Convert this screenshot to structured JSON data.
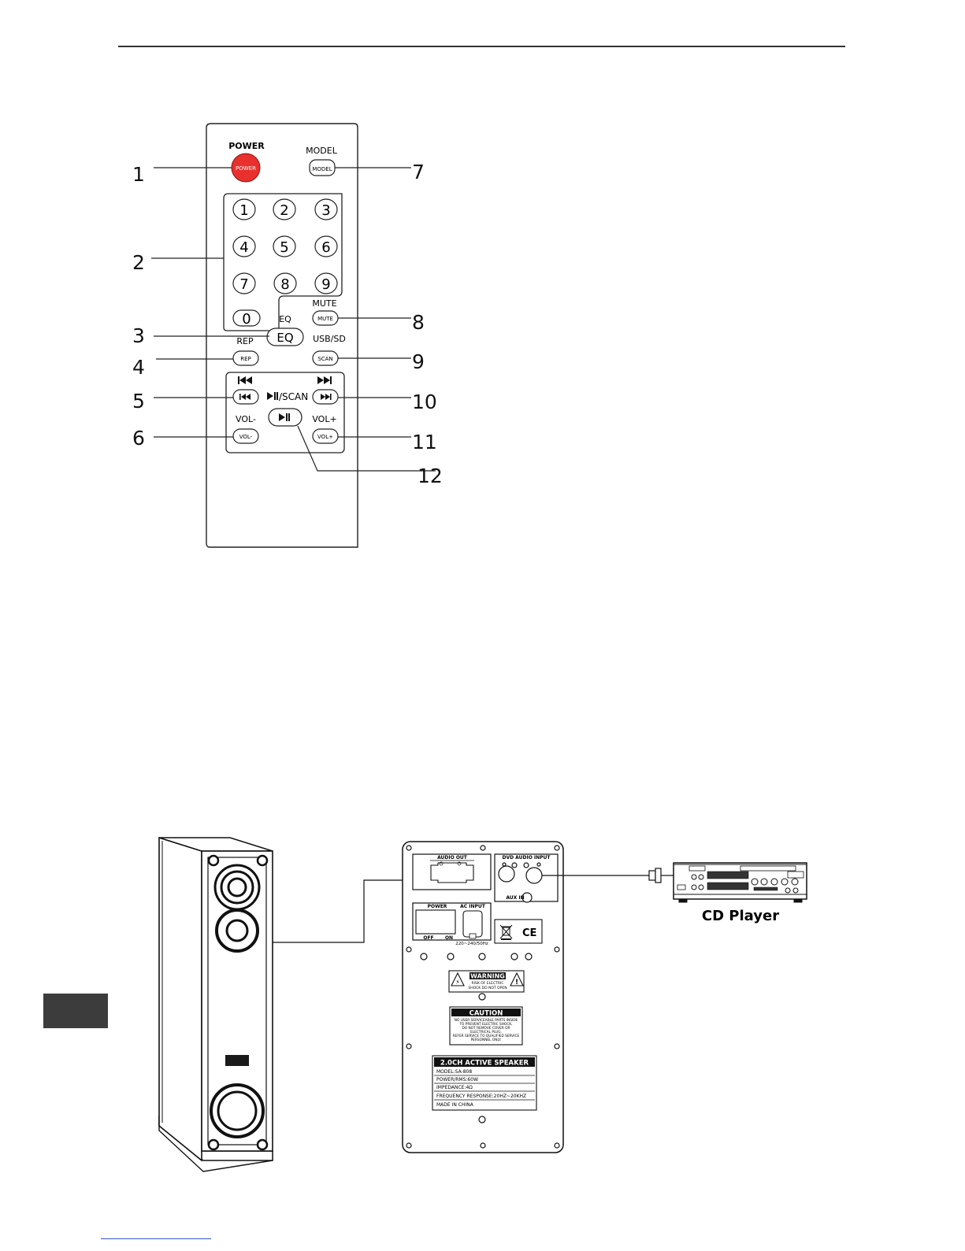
{
  "remote": {
    "power_title": "POWER",
    "power_button": "POWER",
    "model_title": "MODEL",
    "model_button": "MODEL",
    "digits": [
      "1",
      "2",
      "3",
      "4",
      "5",
      "6",
      "7",
      "8",
      "9",
      "0"
    ],
    "mute_title": "MUTE",
    "mute_button": "MUTE",
    "eq_title": "EQ",
    "eq_button": "EQ",
    "rep_title": "REP",
    "rep_button": "REP",
    "usbsd_title": "USB/SD",
    "scan_button": "SCAN",
    "play_scan_title": "/SCAN",
    "vol_minus_title": "VOL-",
    "vol_minus_button": "VOL-",
    "vol_plus_title": "VOL+",
    "vol_plus_button": "VOL+",
    "callouts": [
      "1",
      "2",
      "3",
      "4",
      "5",
      "6",
      "7",
      "8",
      "9",
      "10",
      "11",
      "12"
    ]
  },
  "panel": {
    "audio_out": "AUDIO OUT",
    "dvd_audio_input": "DVD AUDIO INPUT",
    "aux_in": "AUX IN",
    "power": "POWER",
    "ac_input": "AC INPUT",
    "off": "OFF",
    "on": "ON",
    "voltage": "220~240/50Hz",
    "ce_mark": "CE",
    "warning_title": "WARNING",
    "warning_line1": "RISK OF ELECTRIC",
    "warning_line2": "SHOCK DO NOT OPEN",
    "caution_title": "CAUTION",
    "caution_lines": [
      "NO USER SERVICEABLE PARTS INSIDE",
      "TO PREVENT ELECTRIC SHOCK,",
      "DO NOT REMOVE COVER OR",
      "ELECTRICAL PLUG.",
      "REFER SERVICE TO QUALIFIED SERVICE",
      "PERSONNEL ONLY."
    ],
    "label_title": "2.0CH ACTIVE SPEAKER",
    "label_rows": [
      "MODEL:SA-808",
      "POWER/RMS:60W",
      "IMPEDANCE:4Ω",
      "FREQUENCY RESPONSE:20HZ~20KHZ",
      "MADE IN CHINA"
    ]
  },
  "cd_player_label": "CD Player"
}
